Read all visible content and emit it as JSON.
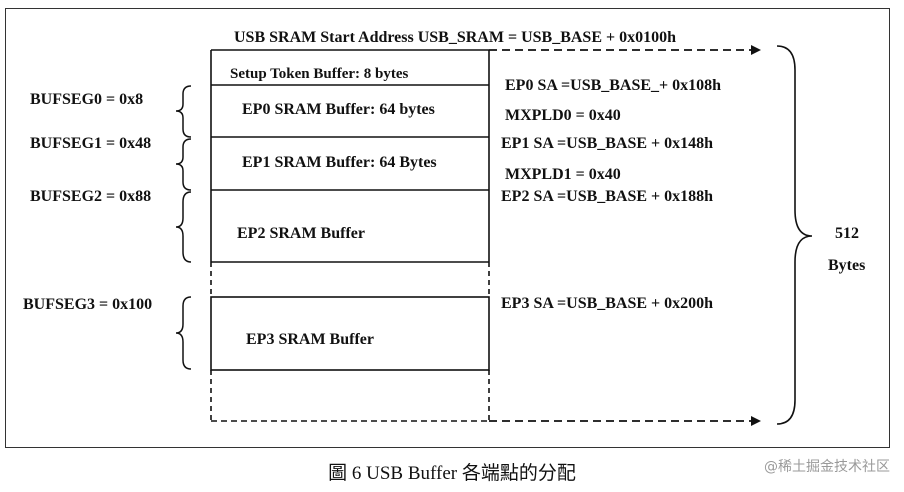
{
  "header": {
    "start_address": "USB SRAM Start Address USB_SRAM = USB_BASE + 0x0100h"
  },
  "buffers": {
    "setup": "Setup Token Buffer: 8 bytes",
    "ep0": "EP0 SRAM Buffer: 64 bytes",
    "ep1": "EP1 SRAM Buffer: 64 Bytes",
    "ep2": "EP2 SRAM Buffer",
    "ep3": "EP3 SRAM Buffer"
  },
  "bufseg": {
    "seg0": "BUFSEG0 = 0x8",
    "seg1": "BUFSEG1 = 0x48",
    "seg2": "BUFSEG2 = 0x88",
    "seg3": "BUFSEG3 = 0x100"
  },
  "addresses": {
    "ep0_sa": "EP0 SA =USB_BASE_+ 0x108h",
    "mxpld0": "MXPLD0 = 0x40",
    "ep1_sa": "EP1 SA =USB_BASE  + 0x148h",
    "mxpld1": "MXPLD1 = 0x40",
    "ep2_sa": "EP2 SA =USB_BASE  + 0x188h",
    "ep3_sa": "EP3 SA =USB_BASE  + 0x200h"
  },
  "total": {
    "value": "512",
    "unit": "Bytes"
  },
  "caption": "圖 6 USB Buffer 各端點的分配",
  "watermark": "@稀土掘金技术社区",
  "colors": {
    "line": "#111111",
    "watermark": "#9a9a9a"
  }
}
